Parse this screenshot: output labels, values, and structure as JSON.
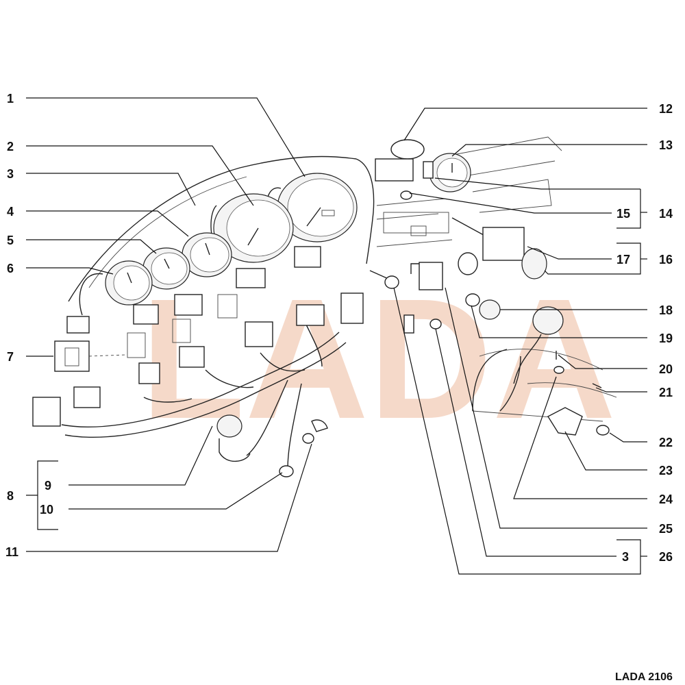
{
  "watermark": "LADA",
  "footer": "LADA 2106",
  "callouts": {
    "n1": "1",
    "n2": "2",
    "n3": "3",
    "n4": "4",
    "n5": "5",
    "n6": "6",
    "n7": "7",
    "n8": "8",
    "n9": "9",
    "n10": "10",
    "n11": "11",
    "n12": "12",
    "n13": "13",
    "n14": "14",
    "n15": "15",
    "n16": "16",
    "n17": "17",
    "n18": "18",
    "n19": "19",
    "n20": "20",
    "n21": "21",
    "n22": "22",
    "n23": "23",
    "n24": "24",
    "n25": "25",
    "n3b": "3",
    "n26": "26"
  },
  "colors": {
    "line": "#111111",
    "watermark": "#f5d9c9",
    "background": "#ffffff"
  }
}
